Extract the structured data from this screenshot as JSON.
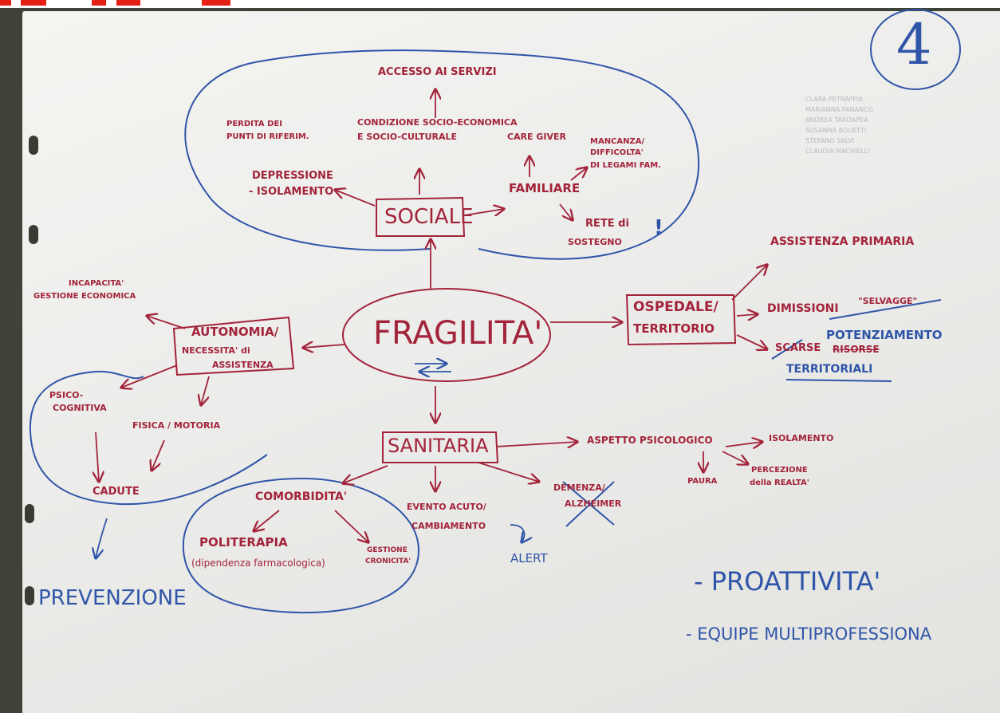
{
  "sheet_number": "4",
  "notes": [
    "CLARA PETRAPPIA",
    "MARIANNA PANANCO",
    "ANDREA TARDAPEA",
    "SUSANNA BOUETTI",
    "STEFANO SALVI",
    "CLAUDIA MACHIELLI"
  ],
  "nodes": {
    "center": "FRAGILITA'",
    "sociale": "SOCIALE",
    "accesso": "ACCESSO AI SERVIZI",
    "condizione_1": "CONDIZIONE SOCIO-ECONOMICA",
    "condizione_2": "E SOCIO-CULTURALE",
    "perdita_1": "PERDITA DEI",
    "perdita_2": "PUNTI DI RIFERIM.",
    "depressione_1": "DEPRESSIONE",
    "depressione_2": "- ISOLAMENTO",
    "care_giver": "CARE GIVER",
    "familiare": "FAMILIARE",
    "mancanza_1": "MANCANZA/",
    "mancanza_2": "DIFFICOLTA'",
    "mancanza_3": "DI LEGAMI FAM.",
    "rete_1": "RETE di",
    "rete_2": "SOSTEGNO",
    "ospedale_1": "OSPEDALE/",
    "ospedale_2": "TERRITORIO",
    "assistenza_primaria": "ASSISTENZA PRIMARIA",
    "dimissioni": "DIMISSIONI",
    "selvagge": "\"SELVAGGE\"",
    "potenziamento": "POTENZIAMENTO",
    "scarse": "SCARSE",
    "risorse": "RISORSE",
    "territoriali": "TERRITORIALI",
    "autonomia_1": "AUTONOMIA/",
    "autonomia_2": "NECESSITA' di",
    "autonomia_3": "ASSISTENZA",
    "incapacita_1": "INCAPACITA'",
    "incapacita_2": "GESTIONE ECONOMICA",
    "psico_1": "PSICO-",
    "psico_2": "COGNITIVA",
    "fisica": "FISICA / MOTORIA",
    "cadute": "CADUTE",
    "prevenzione": "PREVENZIONE",
    "sanitaria": "SANITARIA",
    "aspetto": "ASPETTO PSICOLOGICO",
    "isolamento": "ISOLAMENTO",
    "paura": "PAURA",
    "percezione_1": "PERCEZIONE",
    "percezione_2": "della REALTA'",
    "comorbidita": "COMORBIDITA'",
    "politerapia": "POLITERAPIA",
    "dipendenza": "(dipendenza farmacologica)",
    "gestione_1": "GESTIONE",
    "gestione_2": "CRONICITA'",
    "evento_1": "EVENTO ACUTO/",
    "evento_2": "CAMBIAMENTO",
    "alert": "ALERT",
    "demenza_1": "DEMENZA/",
    "demenza_2": "ALZHEIMER",
    "proattivita": "- PROATTIVITA'",
    "equipe": "- EQUIPE MULTIPROFESSIONA"
  },
  "colors": {
    "red_ink": "#a3233a",
    "blue_ink": "#2f55a8",
    "paper": "#ececea",
    "background": "#3f4238"
  }
}
